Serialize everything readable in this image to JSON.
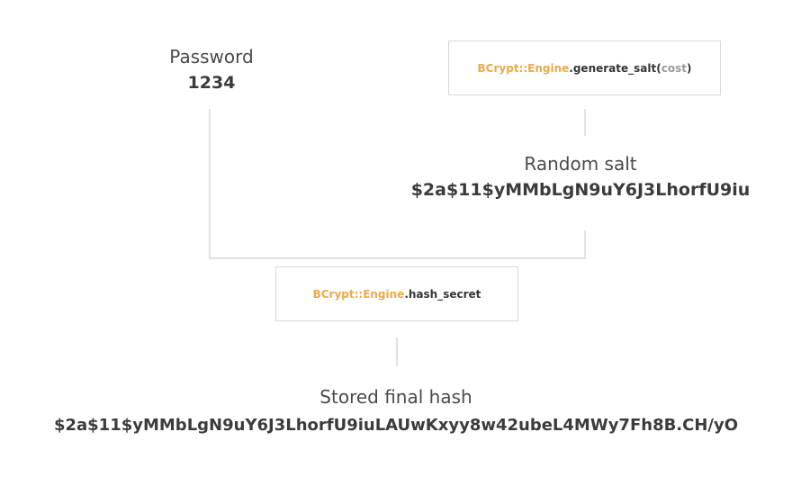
{
  "password": {
    "title": "Password",
    "value": "1234"
  },
  "salt_generator": {
    "class_name": "BCrypt::Engine",
    "dot": ".",
    "method": "generate_salt",
    "open_paren": "(",
    "arg": "cost",
    "close_paren": ")"
  },
  "random_salt": {
    "title": "Random salt",
    "value": "$2a$11$yMMbLgN9uY6J3LhorfU9iu"
  },
  "hasher": {
    "class_name": "BCrypt::Engine",
    "dot": ".",
    "method": "hash_secret"
  },
  "final_hash": {
    "title": "Stored final hash",
    "value": "$2a$11$yMMbLgN9uY6J3LhorfU9iuLAUwKxyy8w42ubeL4MWy7Fh8B.CH/yO"
  },
  "colors": {
    "accent": "#e9ab4a",
    "text": "#3a3a3a",
    "muted": "#9a9a9a",
    "line": "#d9d9d9"
  }
}
